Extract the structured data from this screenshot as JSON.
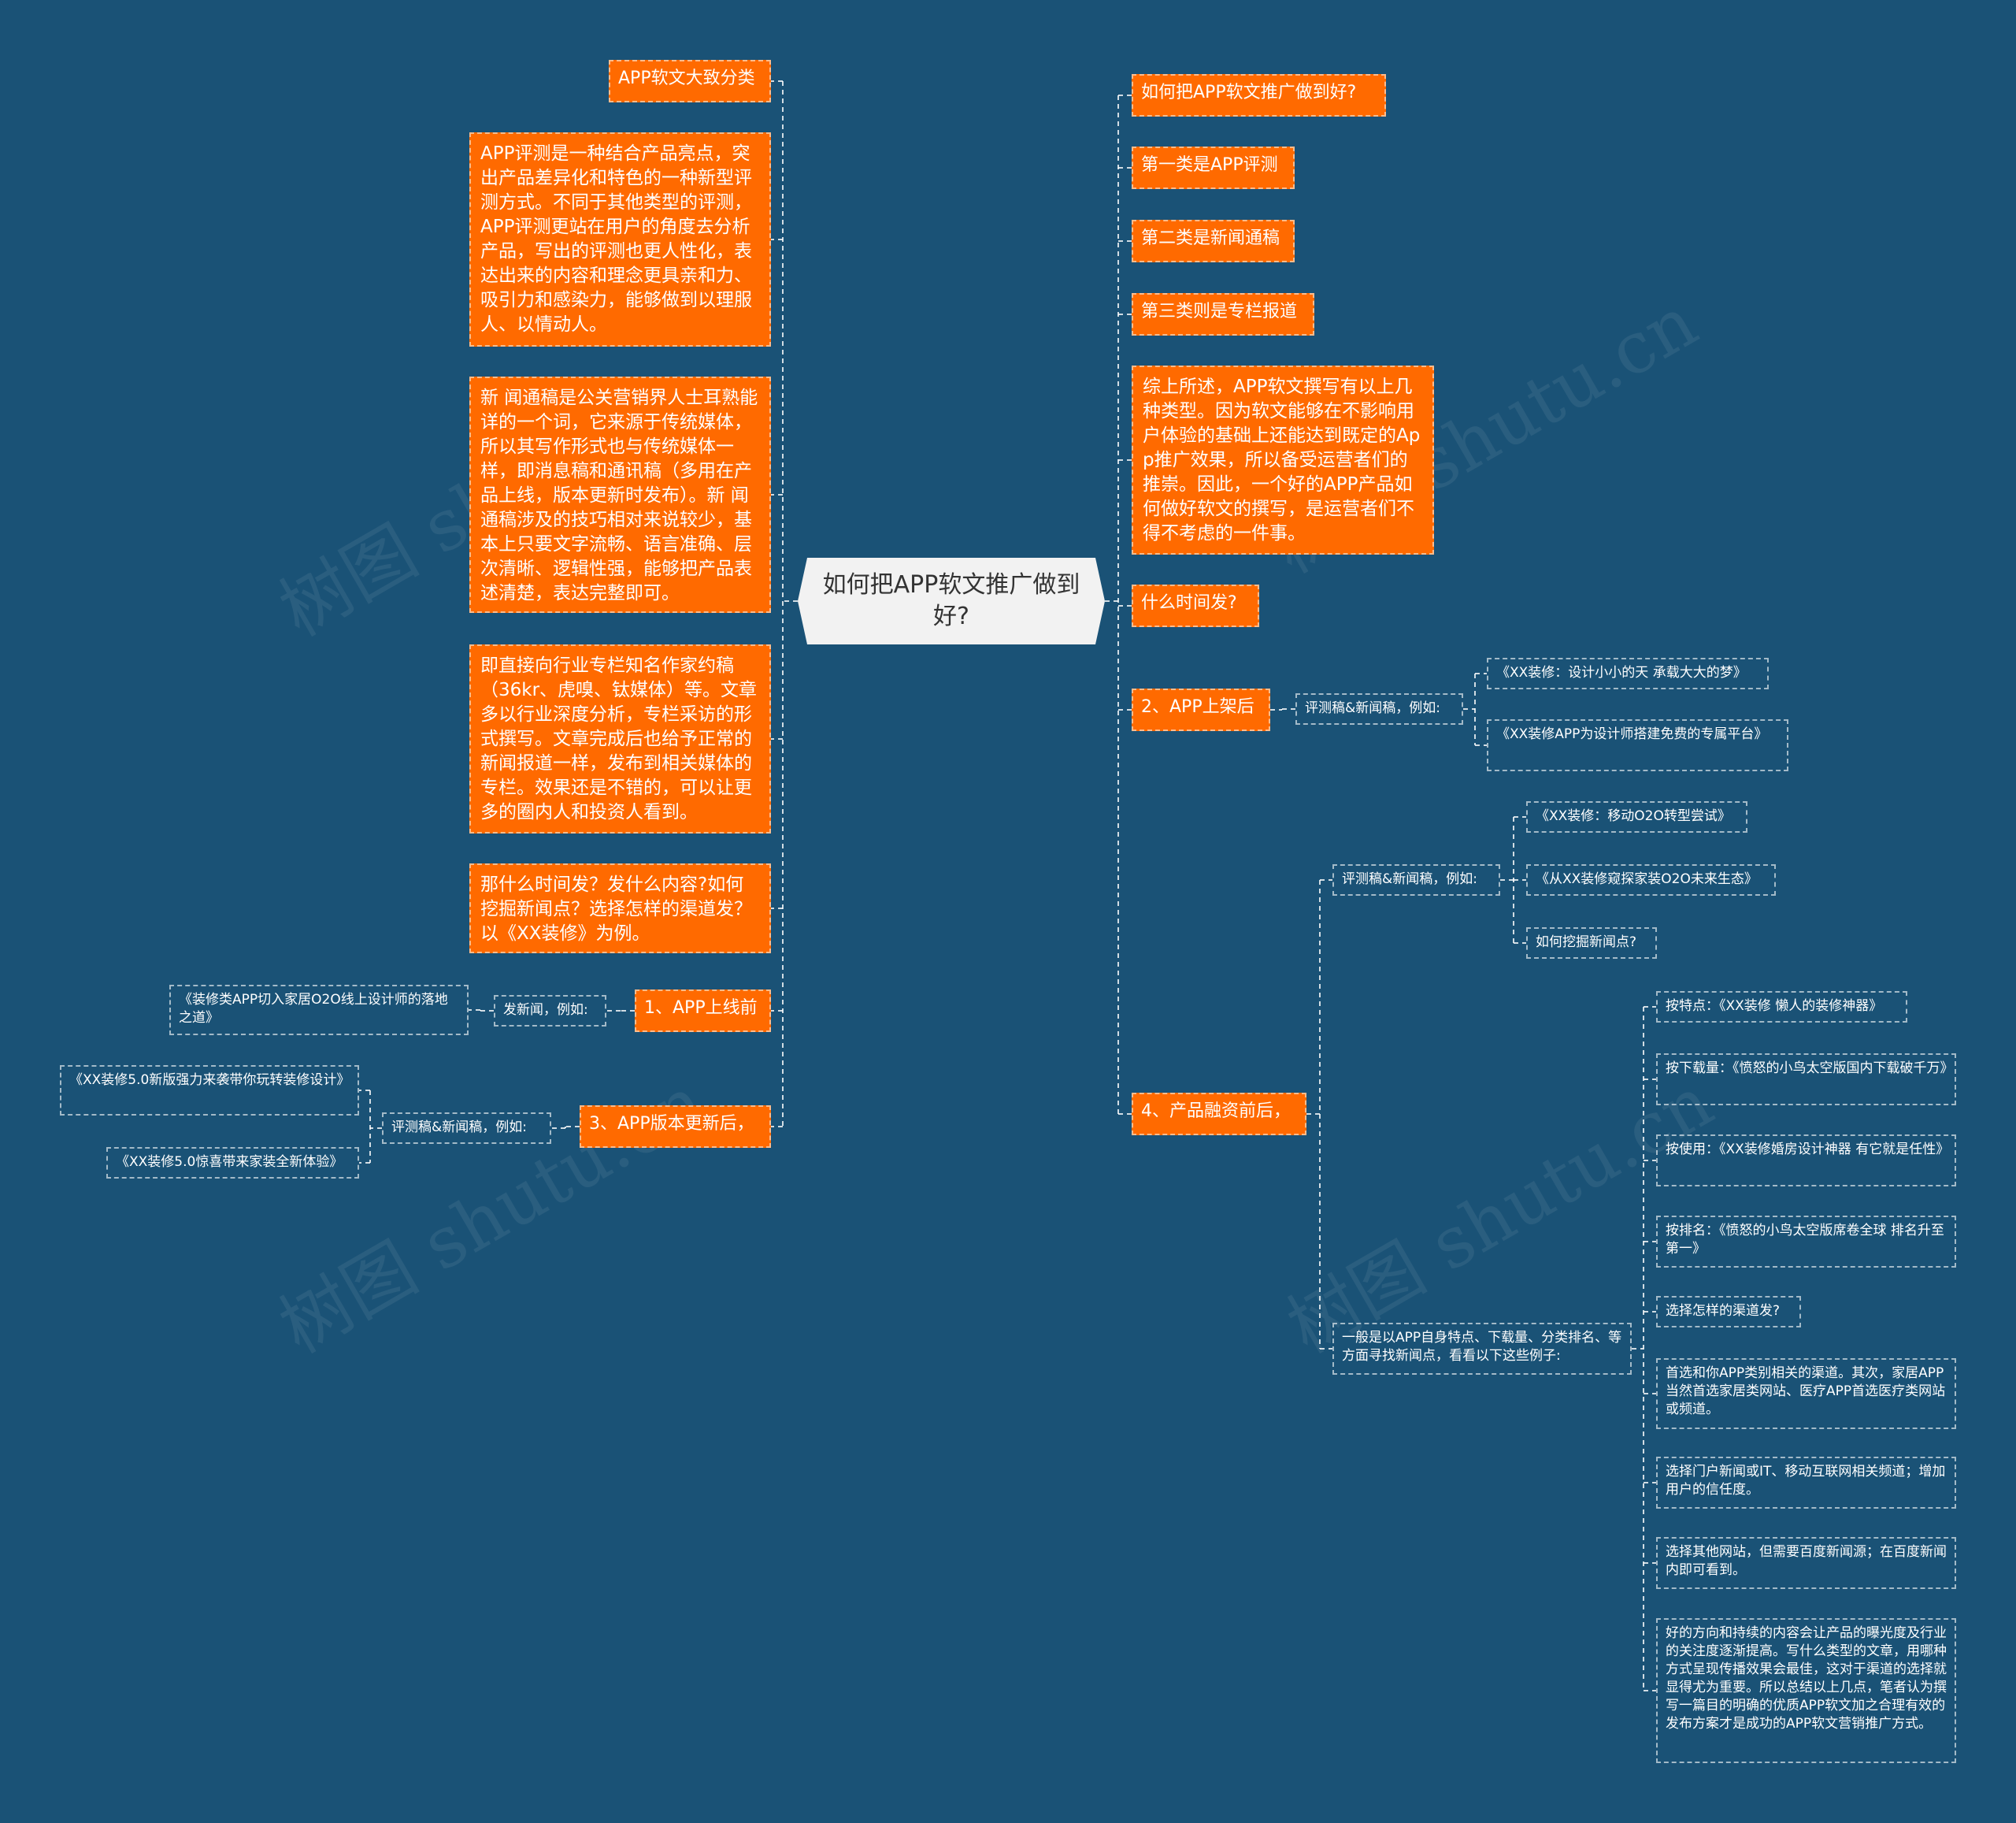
{
  "root": "如何把APP软文推广做到好?",
  "left": {
    "category": "APP软文大致分类",
    "review_desc": "APP评测是一种结合产品亮点，突出产品差异化和特色的一种新型评测方式。不同于其他类型的评测，APP评测更站在用户的角度去分析产品，写出的评测也更人性化，表达出来的内容和理念更具亲和力、吸引力和感染力，能够做到以理服人、以情动人。",
    "news_desc": "新 闻通稿是公关营销界人士耳熟能详的一个词，它来源于传统媒体，所以其写作形式也与传统媒体一样，即消息稿和通讯稿（多用在产品上线，版本更新时发布）。新 闻通稿涉及的技巧相对来说较少，基本上只要文字流畅、语言准确、层次清晰、逻辑性强，能够把产品表述清楚，表达完整即可。",
    "column_desc": "即直接向行业专栏知名作家约稿（36kr、虎嗅、钛媒体）等。文章多以行业深度分析，专栏采访的形式撰写。文章完成后也给予正常的新闻报道一样，发布到相关媒体的专栏。效果还是不错的，可以让更多的圈内人和投资人看到。",
    "when_question": "那什么时间发？发什么内容?如何挖掘新闻点？选择怎样的渠道发？以《XX装修》为例。",
    "pre_launch": "1、APP上线前",
    "pre_launch_sub": "发新闻，例如:",
    "pre_launch_example": "《装修类APP切入家居O2O线上设计师的落地之道》",
    "version_update": "3、APP版本更新后，",
    "version_update_sub": "评测稿&新闻稿，例如:",
    "version_examples": [
      "《XX装修5.0新版强力来袭带你玩转装修设计》",
      "《XX装修5.0惊喜带来家装全新体验》"
    ]
  },
  "right": {
    "q1": "如何把APP软文推广做到好?",
    "type1": "第一类是APP评测",
    "type2": "第二类是新闻通稿",
    "type3": "第三类则是专栏报道",
    "summary": "综上所述，APP软文撰写有以上几种类型。因为软文能够在不影响用户体验的基础上还能达到既定的App推广效果，所以备受运营者们的推崇。因此，一个好的APP产品如何做好软文的撰写，是运营者们不得不考虑的一件事。",
    "when": "什么时间发?",
    "launch": "2、APP上架后",
    "launch_sub": "评测稿&新闻稿，例如:",
    "launch_examples": [
      "《XX装修：设计小小的天 承载大大的梦》",
      "《XX装修APP为设计师搭建免费的专属平台》"
    ],
    "funding": "4、产品融资前后，",
    "funding_sub1": "评测稿&新闻稿，例如:",
    "funding_examples": [
      "《XX装修：移动O2O转型尝试》",
      "《从XX装修窥探家装O2O未来生态》",
      "如何挖掘新闻点?"
    ],
    "funding_sub2": "一般是以APP自身特点、下载量、分类排名、等方面寻找新闻点，看看以下这些例子:",
    "funding_details": [
      "按特点：《XX装修 懒人的装修神器》",
      "按下载量：《愤怒的小鸟太空版国内下载破千万》",
      "按使用：《XX装修婚房设计神器 有它就是任性》",
      "按排名：《愤怒的小鸟太空版席卷全球 排名升至第一》",
      "选择怎样的渠道发?",
      "首选和你APP类别相关的渠道。其次，家居APP当然首选家居类网站、医疗APP首选医疗类网站或频道。",
      "选择门户新闻或IT、移动互联网相关频道；增加用户的信任度。",
      "选择其他网站，但需要百度新闻源；在百度新闻内即可看到。",
      "好的方向和持续的内容会让产品的曝光度及行业的关注度逐渐提高。写什么类型的文章，用哪种方式呈现传播效果会最佳，这对于渠道的选择就显得尤为重要。所以总结以上几点，笔者认为撰写一篇目的明确的优质APP软文加之合理有效的发布方案才是成功的APP软文营销推广方式。"
    ]
  },
  "watermark": "树图 shutu.cn",
  "colors": {
    "background": "#1a5276",
    "node": "#ff6a00",
    "root": "#f2f2f2",
    "line": "#ffffff"
  }
}
